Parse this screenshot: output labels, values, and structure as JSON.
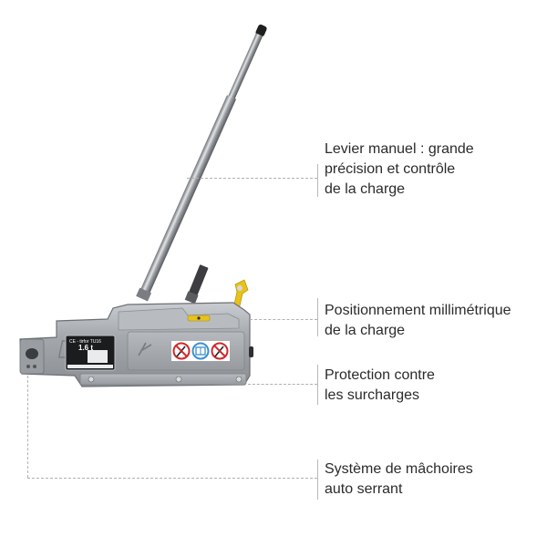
{
  "product": {
    "name": "manual-cable-hoist",
    "plate": {
      "brand_line": "CE - tirfor TU16",
      "capacity": "1.6 t"
    },
    "icons": [
      "no-lever-icon",
      "read-manual-icon",
      "no-lever-icon-2"
    ]
  },
  "callouts": [
    {
      "id": "lever",
      "lines": [
        "Levier manuel : grande",
        "précision et contrôle",
        "de la charge"
      ]
    },
    {
      "id": "positioning",
      "lines": [
        "Positionnement millimétrique",
        "de la charge"
      ]
    },
    {
      "id": "overload",
      "lines": [
        "Protection contre",
        "les surcharges"
      ]
    },
    {
      "id": "jaws",
      "lines": [
        "Système de mâchoires",
        "auto serrant"
      ]
    }
  ],
  "colors": {
    "background": "#ffffff",
    "text": "#2b2b2b",
    "leader_line": "#b0b0b0",
    "body_metal": "#a9acb0",
    "accent_yellow": "#e8c21a",
    "prohibition_red": "#d0282a",
    "mandatory_blue": "#3a8fd0"
  }
}
